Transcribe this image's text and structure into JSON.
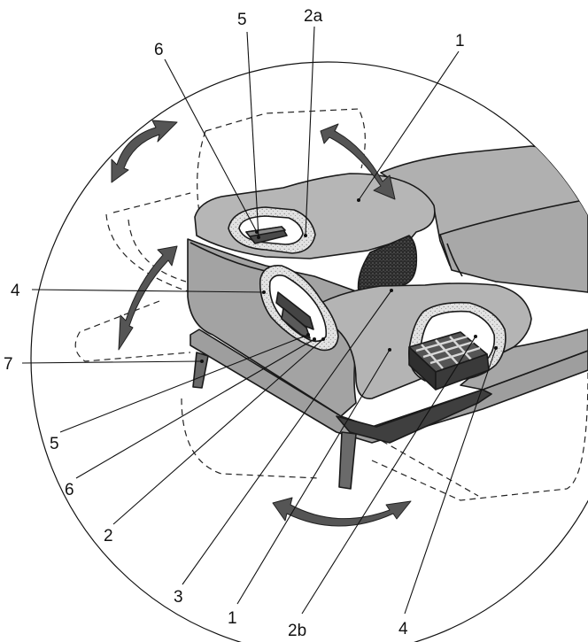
{
  "labels": {
    "top_5": "5",
    "top_2a": "2a",
    "top_6": "6",
    "top_1": "1",
    "left_4": "4",
    "left_7": "7",
    "bottom_5": "5",
    "bottom_6": "6",
    "bottom_2": "2",
    "bottom_3": "3",
    "bottom_1": "1",
    "bottom_2b": "2b",
    "bottom_4": "4"
  },
  "colors": {
    "cover_fill": "#b4b4b4",
    "cover_shadow": "#8f8f8f",
    "base_fill": "#9a9a9a",
    "dark_fill": "#3a3a3a",
    "arrow_fill": "#555555",
    "foam": "#d8d8d8",
    "line": "#1a1a1a"
  }
}
